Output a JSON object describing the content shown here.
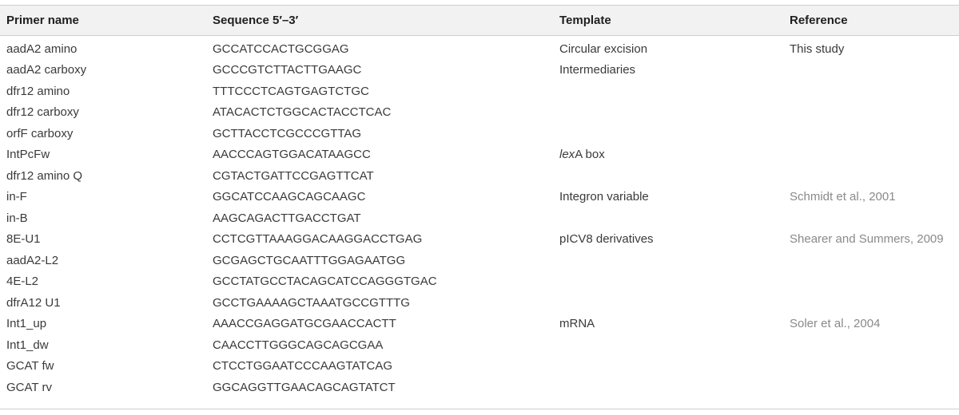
{
  "headers": {
    "primer": "Primer name",
    "sequence": "Sequence 5′–3′",
    "template": "Template",
    "reference": "Reference"
  },
  "rows": [
    {
      "primer": "aadA2 amino",
      "sequence": "GCCATCCACTGCGGAG",
      "template": "Circular excision",
      "reference": "This study"
    },
    {
      "primer": "aadA2 carboxy",
      "sequence": "GCCCGTCTTACTTGAAGC",
      "template": "Intermediaries",
      "reference": ""
    },
    {
      "primer": "dfr12 amino",
      "sequence": "TTTCCCTCAGTGAGTCTGC",
      "template": "",
      "reference": ""
    },
    {
      "primer": "dfr12 carboxy",
      "sequence": "ATACACTCTGGCACTACCTCAC",
      "template": "",
      "reference": ""
    },
    {
      "primer": "orfF carboxy",
      "sequence": "GCTTACCTCGCCCGTTAG",
      "template": "",
      "reference": ""
    },
    {
      "primer": "IntPcFw",
      "sequence": "AACCCAGTGGACATAAGCC",
      "template": "",
      "template_italic": "lex",
      "template_rest": "A box",
      "reference": ""
    },
    {
      "primer": "dfr12 amino Q",
      "sequence": "CGTACTGATTCCGAGTTCAT",
      "template": "",
      "reference": ""
    },
    {
      "primer": "in-F",
      "sequence": "GGCATCCAAGCAGCAAGC",
      "template": "Integron variable",
      "reference": "Schmidt et al., 2001"
    },
    {
      "primer": "in-B",
      "sequence": "AAGCAGACTTGACCTGAT",
      "template": "",
      "reference": ""
    },
    {
      "primer": "8E-U1",
      "sequence": "CCTCGTTAAAGGACAAGGACCTGAG",
      "template": "pICV8 derivatives",
      "reference": "Shearer and Summers, 2009"
    },
    {
      "primer": "aadA2-L2",
      "sequence": "GCGAGCTGCAATTTGGAGAATGG",
      "template": "",
      "reference": ""
    },
    {
      "primer": "4E-L2",
      "sequence": "GCCTATGCCTACAGCATCCAGGGTGAC",
      "template": "",
      "reference": ""
    },
    {
      "primer": "dfrA12 U1",
      "sequence": "GCCTGAAAAGCTAAATGCCGTTTG",
      "template": "",
      "reference": ""
    },
    {
      "primer": "Int1_up",
      "sequence": "AAACCGAGGATGCGAACCACTT",
      "template": "mRNA",
      "reference": "Soler et al., 2004"
    },
    {
      "primer": "Int1_dw",
      "sequence": "CAACCTTGGGCAGCAGCGAA",
      "template": "",
      "reference": ""
    },
    {
      "primer": "GCAT fw",
      "sequence": "CTCCTGGAATCCCAAGTATCAG",
      "template": "",
      "reference": ""
    },
    {
      "primer": "GCAT rv",
      "sequence": "GGCAGGTTGAACAGCAGTATCT",
      "template": "",
      "reference": ""
    }
  ]
}
